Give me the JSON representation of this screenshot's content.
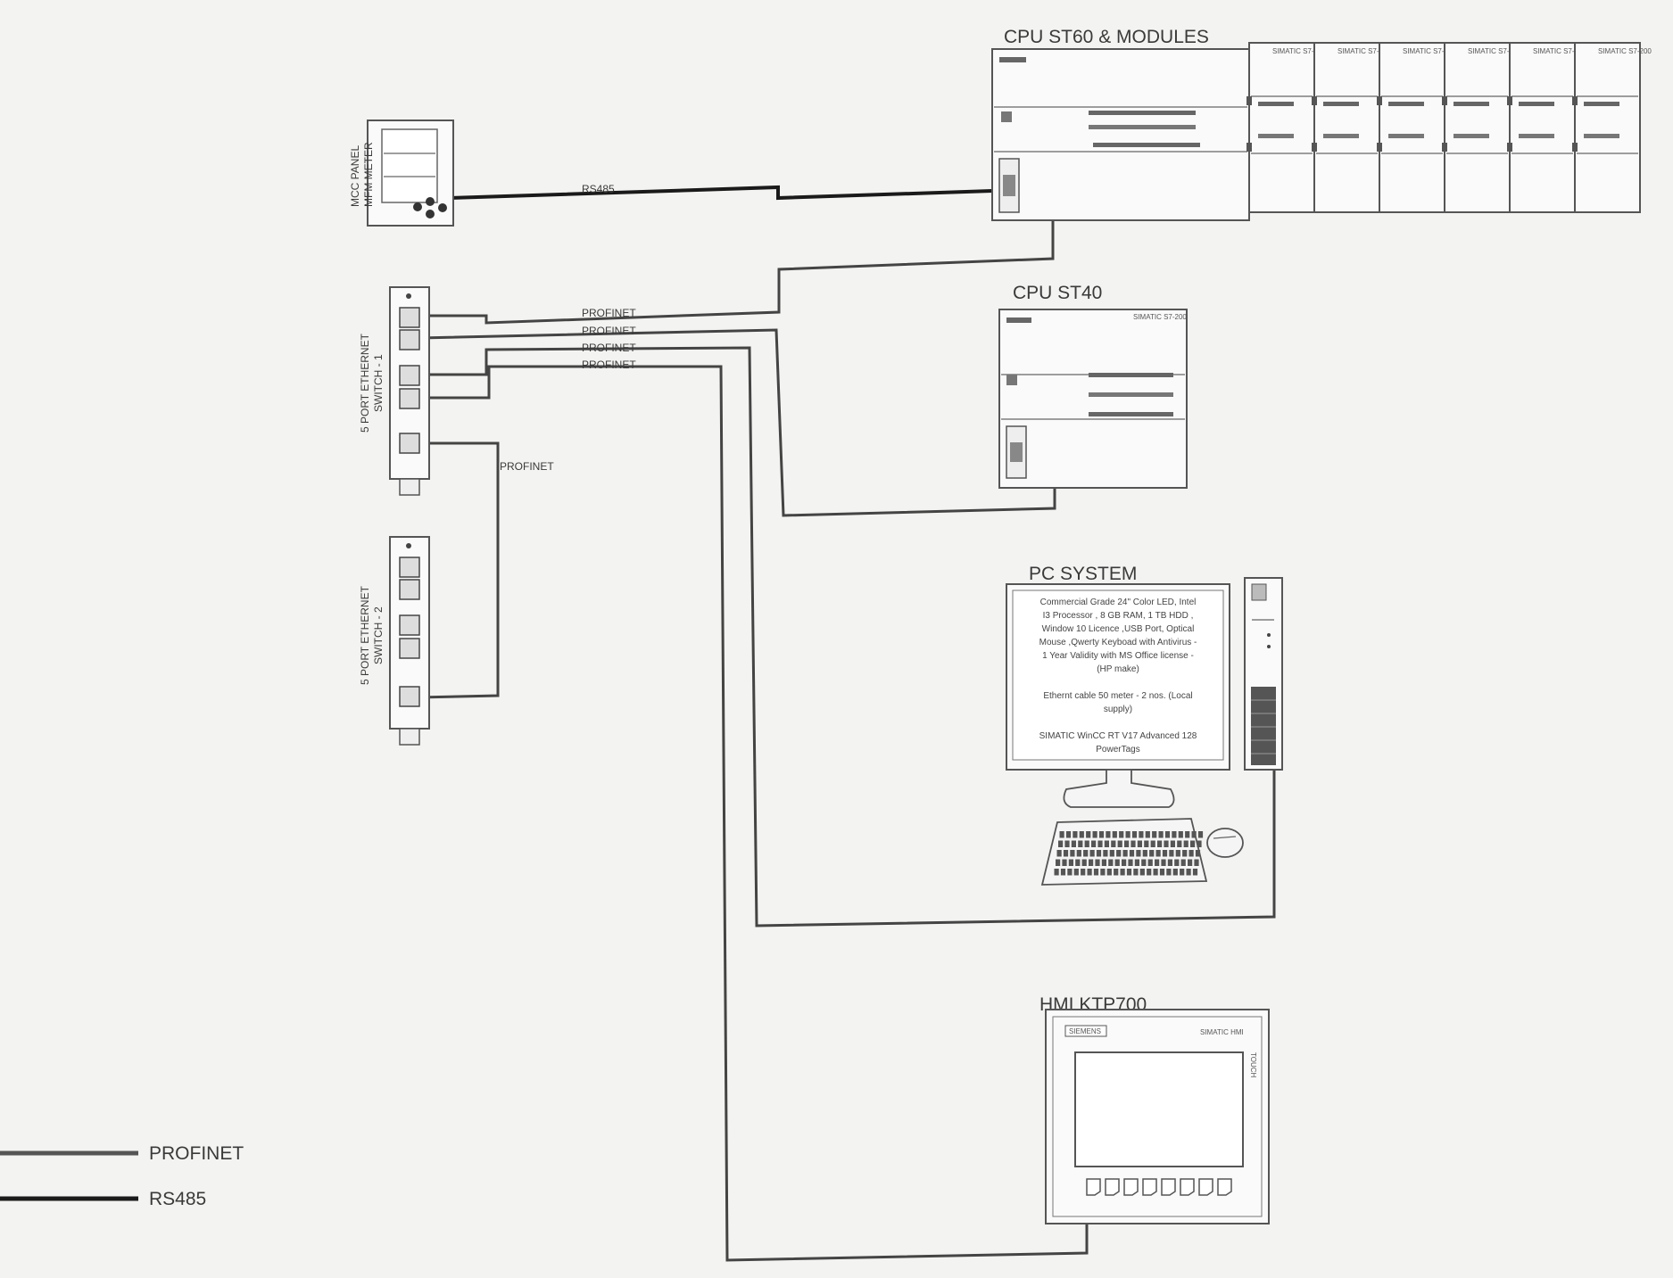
{
  "devices": {
    "cpu_st60": {
      "title": "CPU ST60 & MODULES"
    },
    "cpu_st40": {
      "title": "CPU ST40"
    },
    "pc": {
      "title": "PC SYSTEM",
      "spec_lines": [
        "Commercial Grade 24\" Color LED, Intel",
        "I3 Processor , 8 GB RAM, 1 TB HDD ,",
        "Window 10 Licence ,USB Port, Optical",
        "Mouse ,Qwerty Keyboad with Antivirus -",
        "1 Year Validity with MS Office license -",
        "(HP make)",
        "",
        "Ethernt cable 50 meter - 2 nos. (Local",
        "supply)",
        "",
        "SIMATIC WinCC RT V17 Advanced 128",
        "PowerTags"
      ]
    },
    "hmi": {
      "title": "HMI KTP700",
      "brand": "SIEMENS",
      "model": "SIMATIC HMI",
      "touch": "TOUCH"
    },
    "mcc": {
      "label_line1": "MCC PANEL",
      "label_line2": "MFM METER"
    },
    "switch1": {
      "label_line1": "5 PORT ETHERNET",
      "label_line2": "SWITCH - 1"
    },
    "switch2": {
      "label_line1": "5 PORT ETHERNET",
      "label_line2": "SWITCH - 2"
    }
  },
  "cables": {
    "rs485": "RS485",
    "profinet_1": "PROFINET",
    "profinet_2": "PROFINET",
    "profinet_3": "PROFINET",
    "profinet_4": "PROFINET",
    "profinet_sw": "PROFINET"
  },
  "legend": {
    "items": [
      {
        "label": "PROFINET",
        "color": "#555555"
      },
      {
        "label": "RS485",
        "color": "#1a1a1a"
      }
    ]
  },
  "module_caption": "SIMATIC S7-200"
}
